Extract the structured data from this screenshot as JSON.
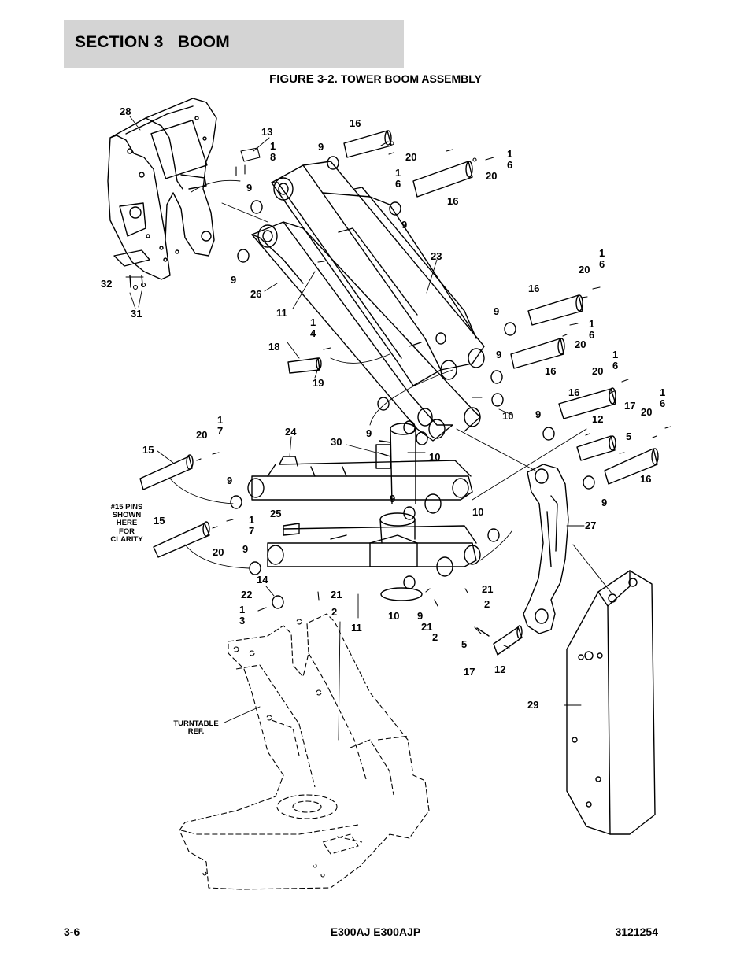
{
  "header": {
    "section_title": "SECTION 3   BOOM"
  },
  "figure": {
    "number": "FIGURE 3-2.",
    "title": "TOWER BOOM ASSEMBLY"
  },
  "callouts": [
    {
      "text": "28"
    },
    {
      "text": "13"
    },
    {
      "text": "1"
    },
    {
      "text": "8"
    },
    {
      "text": "16"
    },
    {
      "text": "9"
    },
    {
      "text": "20"
    },
    {
      "text": "1"
    },
    {
      "text": "6"
    },
    {
      "text": "1"
    },
    {
      "text": "6"
    },
    {
      "text": "20"
    },
    {
      "text": "16"
    },
    {
      "text": "9"
    },
    {
      "text": "9"
    },
    {
      "text": "9"
    },
    {
      "text": "23"
    },
    {
      "text": "32"
    },
    {
      "text": "26"
    },
    {
      "text": "31"
    },
    {
      "text": "11"
    },
    {
      "text": "1"
    },
    {
      "text": "6"
    },
    {
      "text": "20"
    },
    {
      "text": "16"
    },
    {
      "text": "9"
    },
    {
      "text": "1"
    },
    {
      "text": "6"
    },
    {
      "text": "20"
    },
    {
      "text": "1"
    },
    {
      "text": "4"
    },
    {
      "text": "18"
    },
    {
      "text": "19"
    },
    {
      "text": "9"
    },
    {
      "text": "16"
    },
    {
      "text": "1"
    },
    {
      "text": "6"
    },
    {
      "text": "20"
    },
    {
      "text": "16"
    },
    {
      "text": "1"
    },
    {
      "text": "6"
    },
    {
      "text": "10"
    },
    {
      "text": "9"
    },
    {
      "text": "12"
    },
    {
      "text": "17"
    },
    {
      "text": "20"
    },
    {
      "text": "5"
    },
    {
      "text": "9"
    },
    {
      "text": "1"
    },
    {
      "text": "7"
    },
    {
      "text": "20"
    },
    {
      "text": "24"
    },
    {
      "text": "30"
    },
    {
      "text": "10"
    },
    {
      "text": "15"
    },
    {
      "text": "16"
    },
    {
      "text": "9"
    },
    {
      "text": "9"
    },
    {
      "text": "15"
    },
    {
      "text": "25"
    },
    {
      "text": "10"
    },
    {
      "text": "1"
    },
    {
      "text": "7"
    },
    {
      "text": "27"
    },
    {
      "text": "20"
    },
    {
      "text": "9"
    },
    {
      "text": "9"
    },
    {
      "text": "14"
    },
    {
      "text": "22"
    },
    {
      "text": "21"
    },
    {
      "text": "21"
    },
    {
      "text": "1"
    },
    {
      "text": "3"
    },
    {
      "text": "2"
    },
    {
      "text": "2"
    },
    {
      "text": "10"
    },
    {
      "text": "9"
    },
    {
      "text": "21"
    },
    {
      "text": "11"
    },
    {
      "text": "2"
    },
    {
      "text": "5"
    },
    {
      "text": "17"
    },
    {
      "text": "12"
    },
    {
      "text": "29"
    }
  ],
  "notes": {
    "pins_note": [
      "#15 PINS",
      "SHOWN",
      "HERE",
      "FOR",
      "CLARITY"
    ],
    "turntable_note": [
      "TURNTABLE",
      "REF."
    ]
  },
  "footer": {
    "page": "3-6",
    "models": "E300AJ E300AJP",
    "doc_number": "3121254"
  }
}
